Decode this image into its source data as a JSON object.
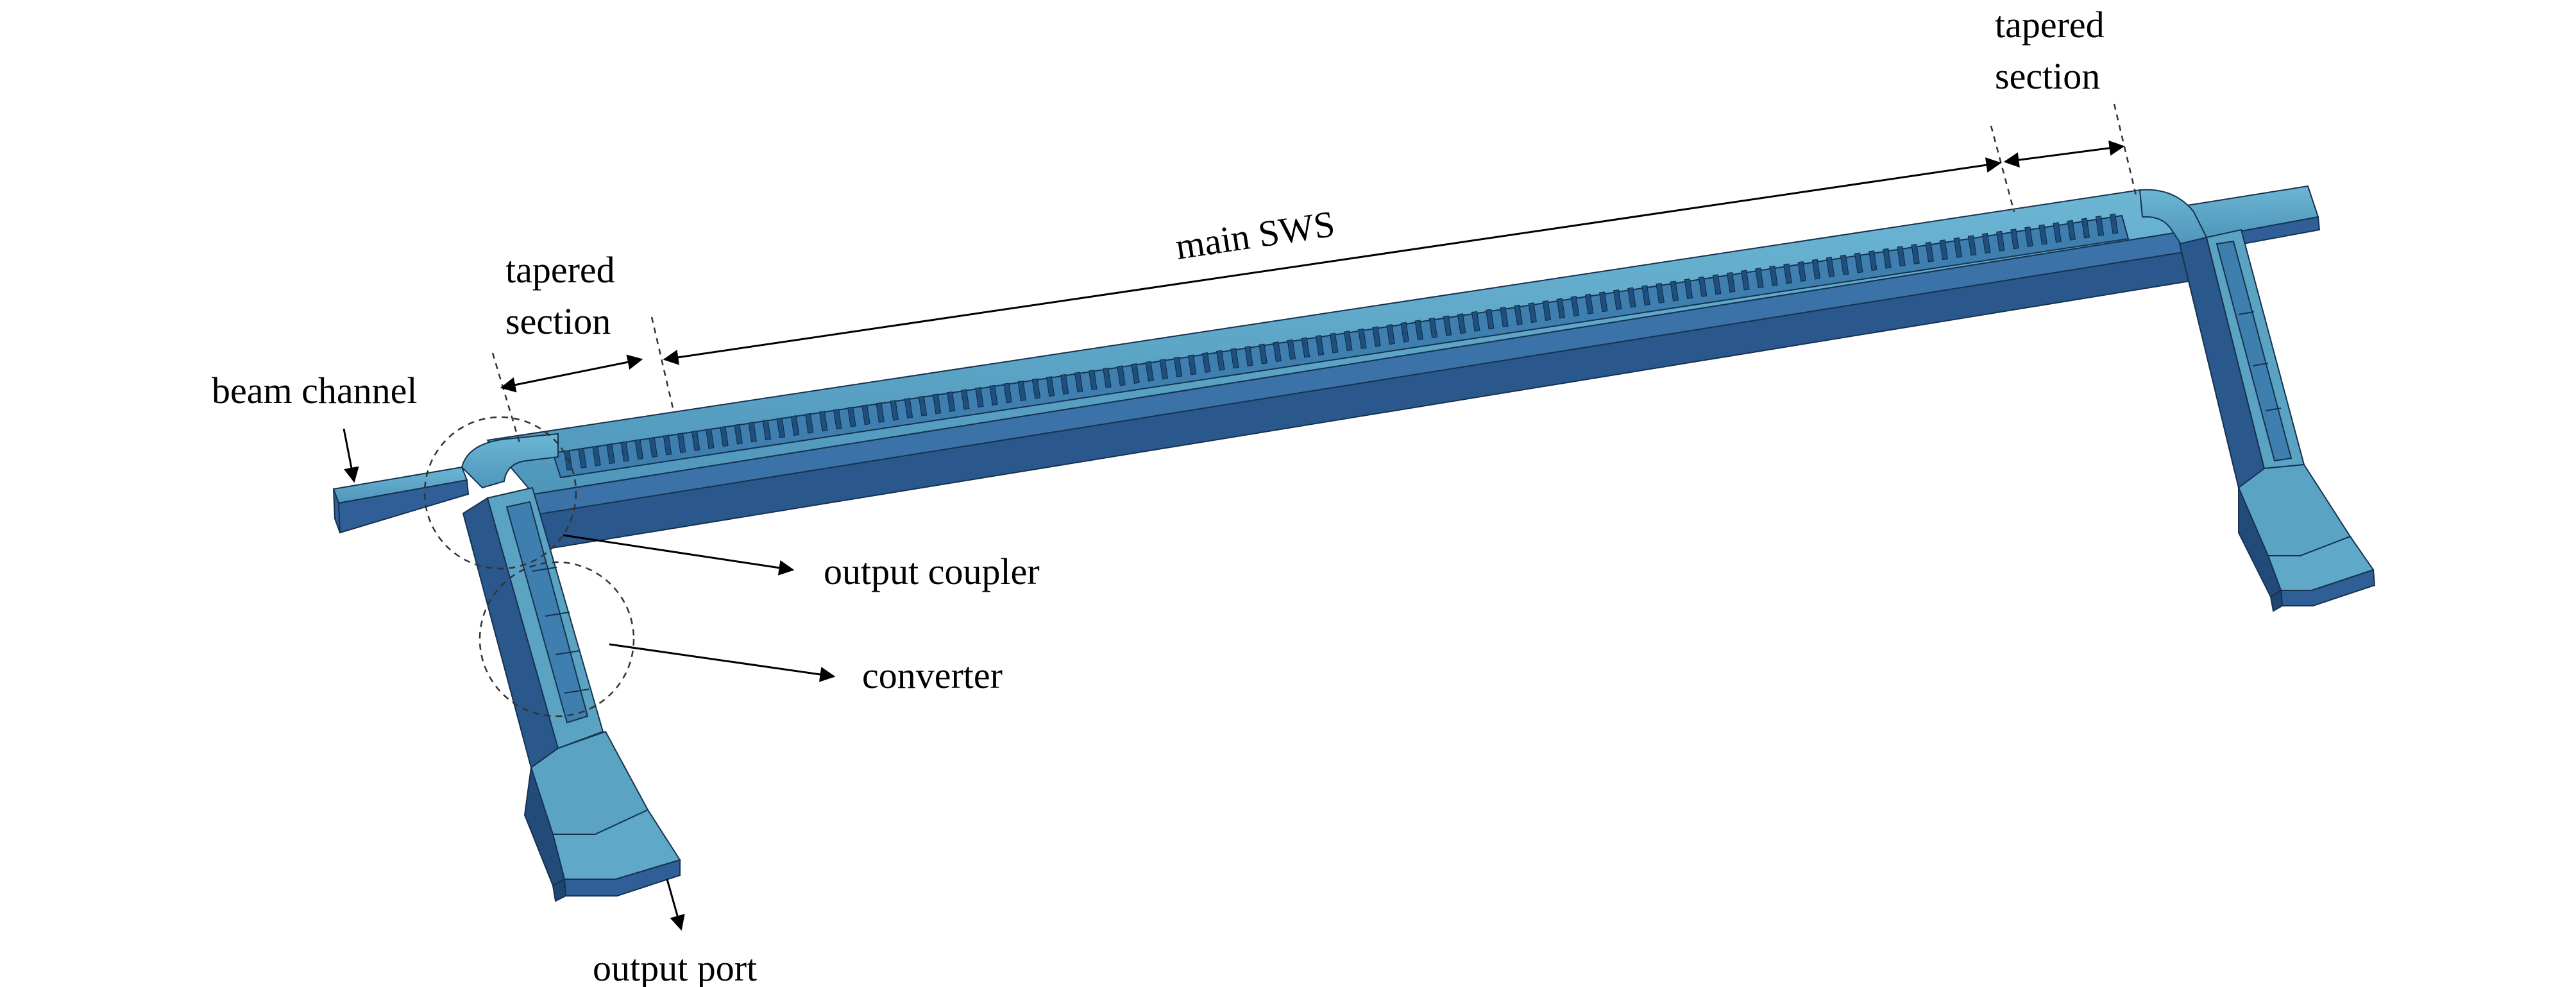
{
  "labels": {
    "beam_channel": "beam channel",
    "tapered_section_left_line1": "tapered",
    "tapered_section_left_line2": "section",
    "main_sws": "main SWS",
    "tapered_section_right_line1": "tapered",
    "tapered_section_right_line2": "section",
    "output_coupler": "output coupler",
    "converter": "converter",
    "output_port": "output port"
  },
  "colors": {
    "top_face": "#5fa8c7",
    "side_face": "#2f5f96",
    "dark_face": "#234b7a",
    "edge": "#16324f",
    "vane": "#1f4f7d"
  },
  "structure": {
    "vane_count": 110
  }
}
